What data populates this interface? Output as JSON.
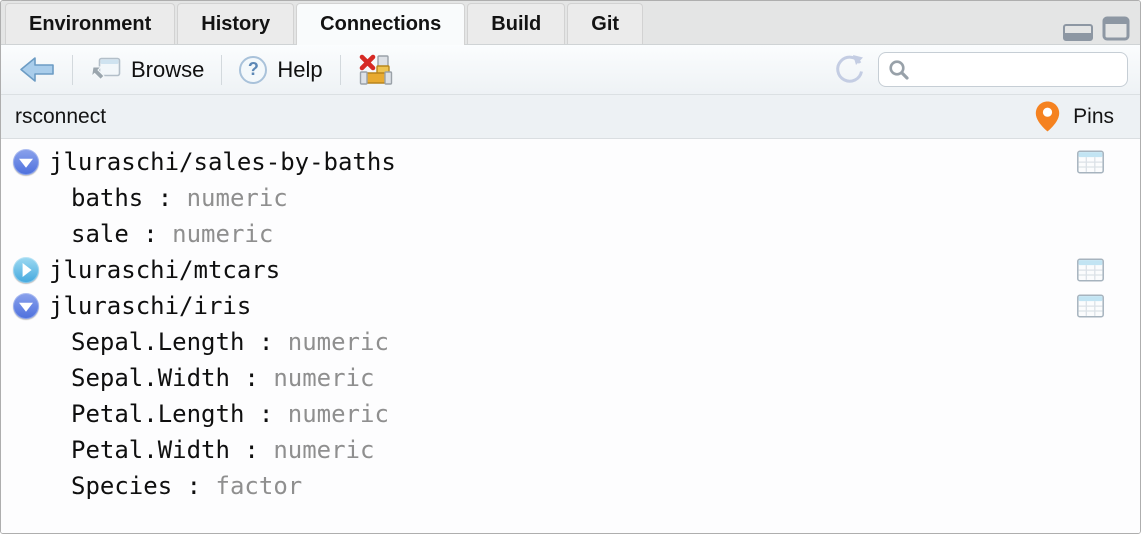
{
  "tabs": [
    {
      "label": "Environment",
      "active": false
    },
    {
      "label": "History",
      "active": false
    },
    {
      "label": "Connections",
      "active": true
    },
    {
      "label": "Build",
      "active": false
    },
    {
      "label": "Git",
      "active": false
    }
  ],
  "toolbar": {
    "browse_label": "Browse",
    "help_label": "Help",
    "search_value": "",
    "search_placeholder": ""
  },
  "connection_bar": {
    "name": "rsconnect",
    "pins_label": "Pins"
  },
  "tree": {
    "field_separator": " : ",
    "items": [
      {
        "name": "jluraschi/sales-by-baths",
        "expanded": true,
        "has_table_icon": true,
        "fields": [
          {
            "name": "baths",
            "type": "numeric"
          },
          {
            "name": "sale",
            "type": "numeric"
          }
        ]
      },
      {
        "name": "jluraschi/mtcars",
        "expanded": false,
        "has_table_icon": true,
        "fields": []
      },
      {
        "name": "jluraschi/iris",
        "expanded": true,
        "has_table_icon": true,
        "fields": [
          {
            "name": "Sepal.Length",
            "type": "numeric"
          },
          {
            "name": "Sepal.Width",
            "type": "numeric"
          },
          {
            "name": "Petal.Length",
            "type": "numeric"
          },
          {
            "name": "Petal.Width",
            "type": "numeric"
          },
          {
            "name": "Species",
            "type": "factor"
          }
        ]
      }
    ]
  },
  "icons": {
    "back": "back-arrow-icon",
    "browse": "open-window-icon",
    "help": "question-icon",
    "disconnect": "disconnect-pipe-icon",
    "refresh": "refresh-icon",
    "search": "search-icon",
    "pin": "map-pin-icon",
    "table": "table-grid-icon",
    "minimize": "minimize-pane-icon",
    "maximize": "maximize-pane-icon"
  },
  "colors": {
    "pin_orange": "#f58220",
    "expanded_blue": "#4d70dd",
    "collapsed_blue": "#43a8de",
    "type_gray": "#8f8f8f",
    "disconnect_red": "#d62a24",
    "disconnect_gold": "#e8aa30",
    "selection_bg": "#edf1f4"
  }
}
